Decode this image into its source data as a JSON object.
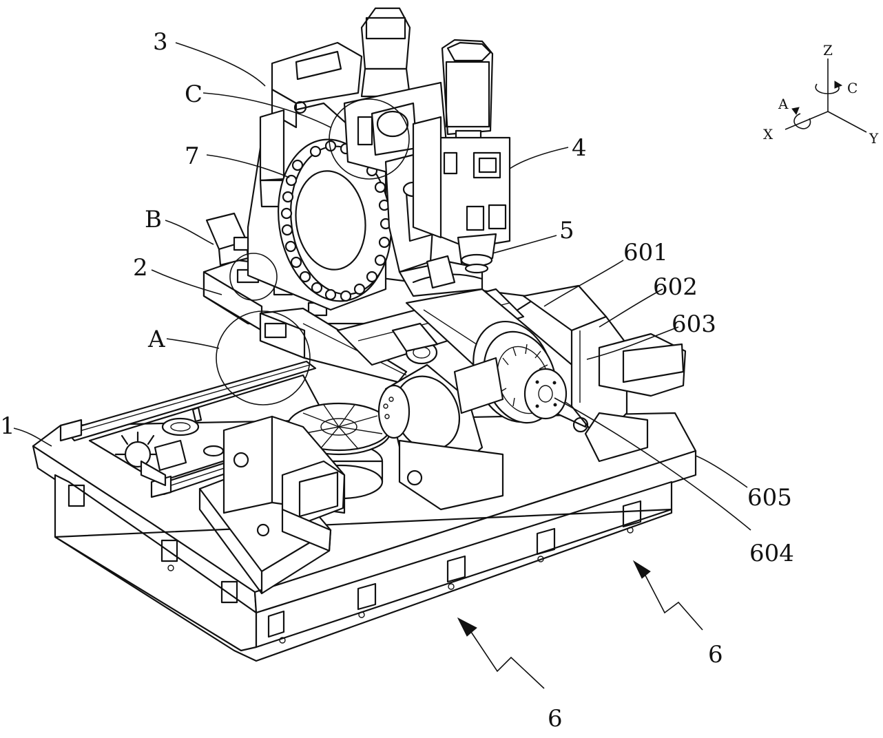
{
  "callouts": {
    "c1": "1",
    "c2": "2",
    "c3": "3",
    "c4": "4",
    "c5": "5",
    "c6a": "6",
    "c6b": "6",
    "c7": "7",
    "cA": "A",
    "cB": "B",
    "cC": "C",
    "c601": "601",
    "c602": "602",
    "c603": "603",
    "c604": "604",
    "c605": "605"
  },
  "axes": {
    "z": "Z",
    "c": "C",
    "a": "A",
    "x": "X",
    "y": "Y"
  }
}
